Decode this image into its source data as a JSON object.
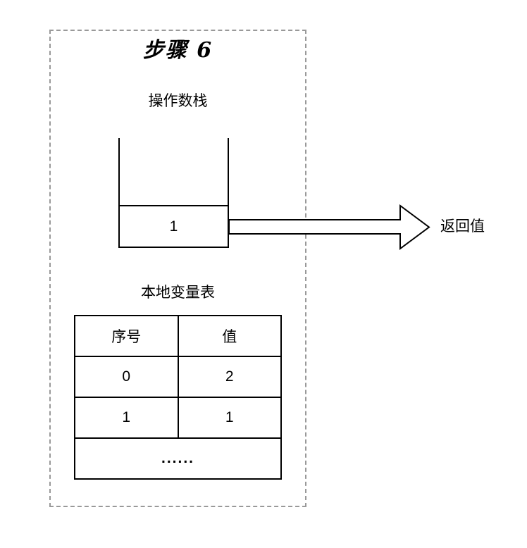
{
  "frame": {
    "title": "步骤 6"
  },
  "operand_stack": {
    "label": "操作数栈",
    "slots": [
      "1"
    ]
  },
  "return_arrow": {
    "label": "返回值"
  },
  "local_variable_table": {
    "label": "本地变量表",
    "headers": [
      "序号",
      "值"
    ],
    "rows": [
      [
        "0",
        "2"
      ],
      [
        "1",
        "1"
      ]
    ],
    "ellipsis_row": "......"
  },
  "colors": {
    "line": "#000000",
    "dashed_border": "#999999",
    "background": "#ffffff"
  }
}
